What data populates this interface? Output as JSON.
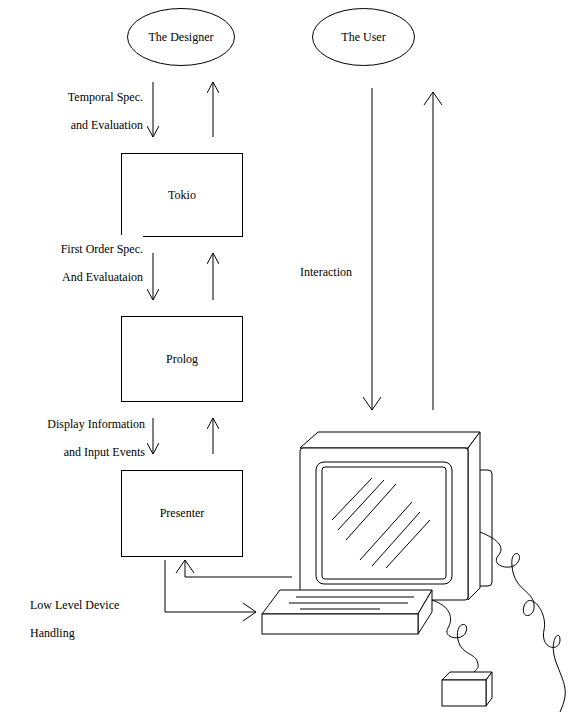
{
  "diagram": {
    "nodes": [
      {
        "text": [
          "The Designer"
        ]
      },
      {
        "text": [
          "The User"
        ]
      },
      {
        "text": [
          "Tokio"
        ]
      },
      {
        "text": [
          "Prolog"
        ]
      },
      {
        "text": [
          "Presenter"
        ]
      }
    ],
    "edges": [
      {
        "from": 0,
        "to": 2,
        "arrow": "to",
        "label": "Temporal Spec. and Evaluation"
      },
      {
        "from": 2,
        "to": 0,
        "arrow": "to"
      },
      {
        "from": 2,
        "to": 3,
        "arrow": "to",
        "label": "First Order Spec. And Evaluataion"
      },
      {
        "from": 3,
        "to": 2,
        "arrow": "to"
      },
      {
        "from": 3,
        "to": 4,
        "arrow": "to",
        "label": "Display Information and Input Events"
      },
      {
        "from": 4,
        "to": 3,
        "arrow": "to"
      }
    ],
    "labels": [
      "Interaction",
      "Low Level Device Handling"
    ]
  }
}
